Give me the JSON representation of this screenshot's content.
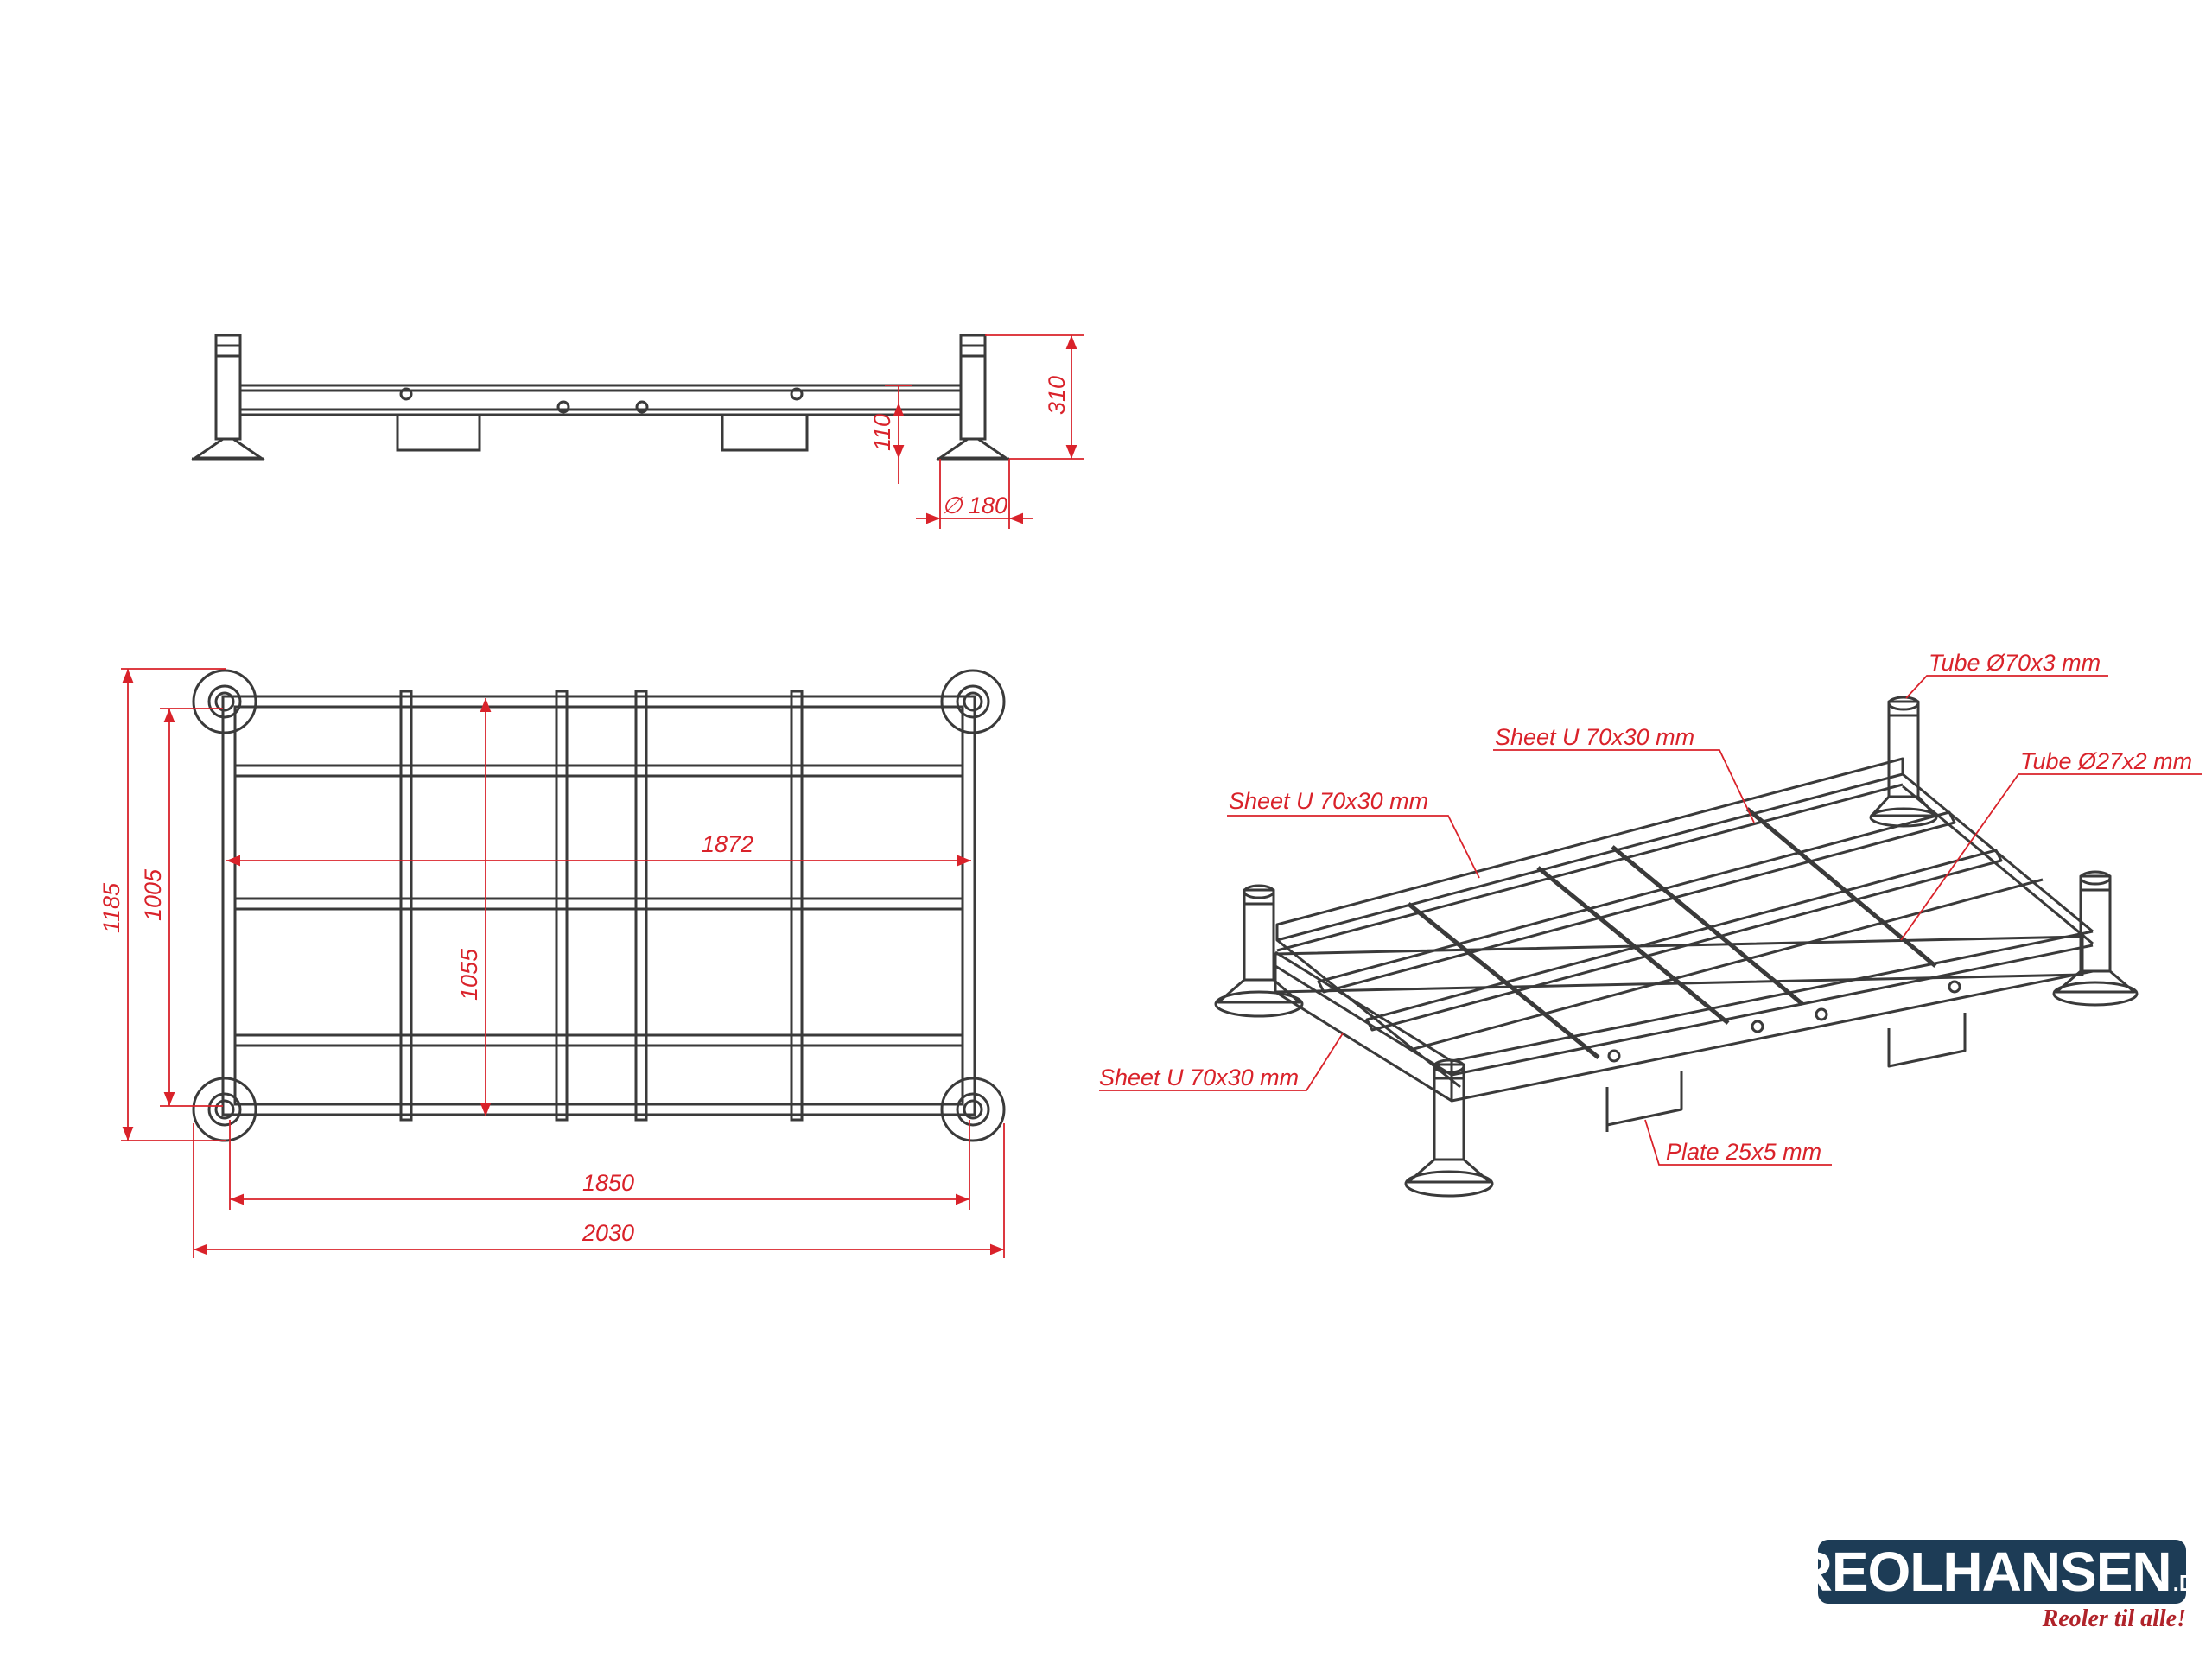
{
  "colors": {
    "drawing": "#3a3a3a",
    "dimension": "#d9222a",
    "leader": "#d9222a",
    "brand_bg": "#1d3c56",
    "tagline": "#b0232a"
  },
  "side_view": {
    "dim_total_height": "310",
    "dim_rail_height": "110",
    "dim_foot_diameter": "∅ 180"
  },
  "top_view": {
    "dim_outer_depth": "1185",
    "dim_inner_depth": "1005",
    "dim_post_depth": "1055",
    "dim_post_length": "1872",
    "dim_inner_length": "1850",
    "dim_outer_length": "2030"
  },
  "iso_view": {
    "labels": {
      "tube_post": "Tube Ø70x3 mm",
      "sheet_top": "Sheet U 70x30 mm",
      "sheet_left": "Sheet U 70x30 mm",
      "tube_bar": "Tube Ø27x2 mm",
      "sheet_front": "Sheet U 70x30 mm",
      "plate": "Plate 25x5 mm"
    }
  },
  "brand": {
    "name": "REOLHANSEN",
    "tld": ".DK",
    "tagline": "Reoler til alle!"
  }
}
